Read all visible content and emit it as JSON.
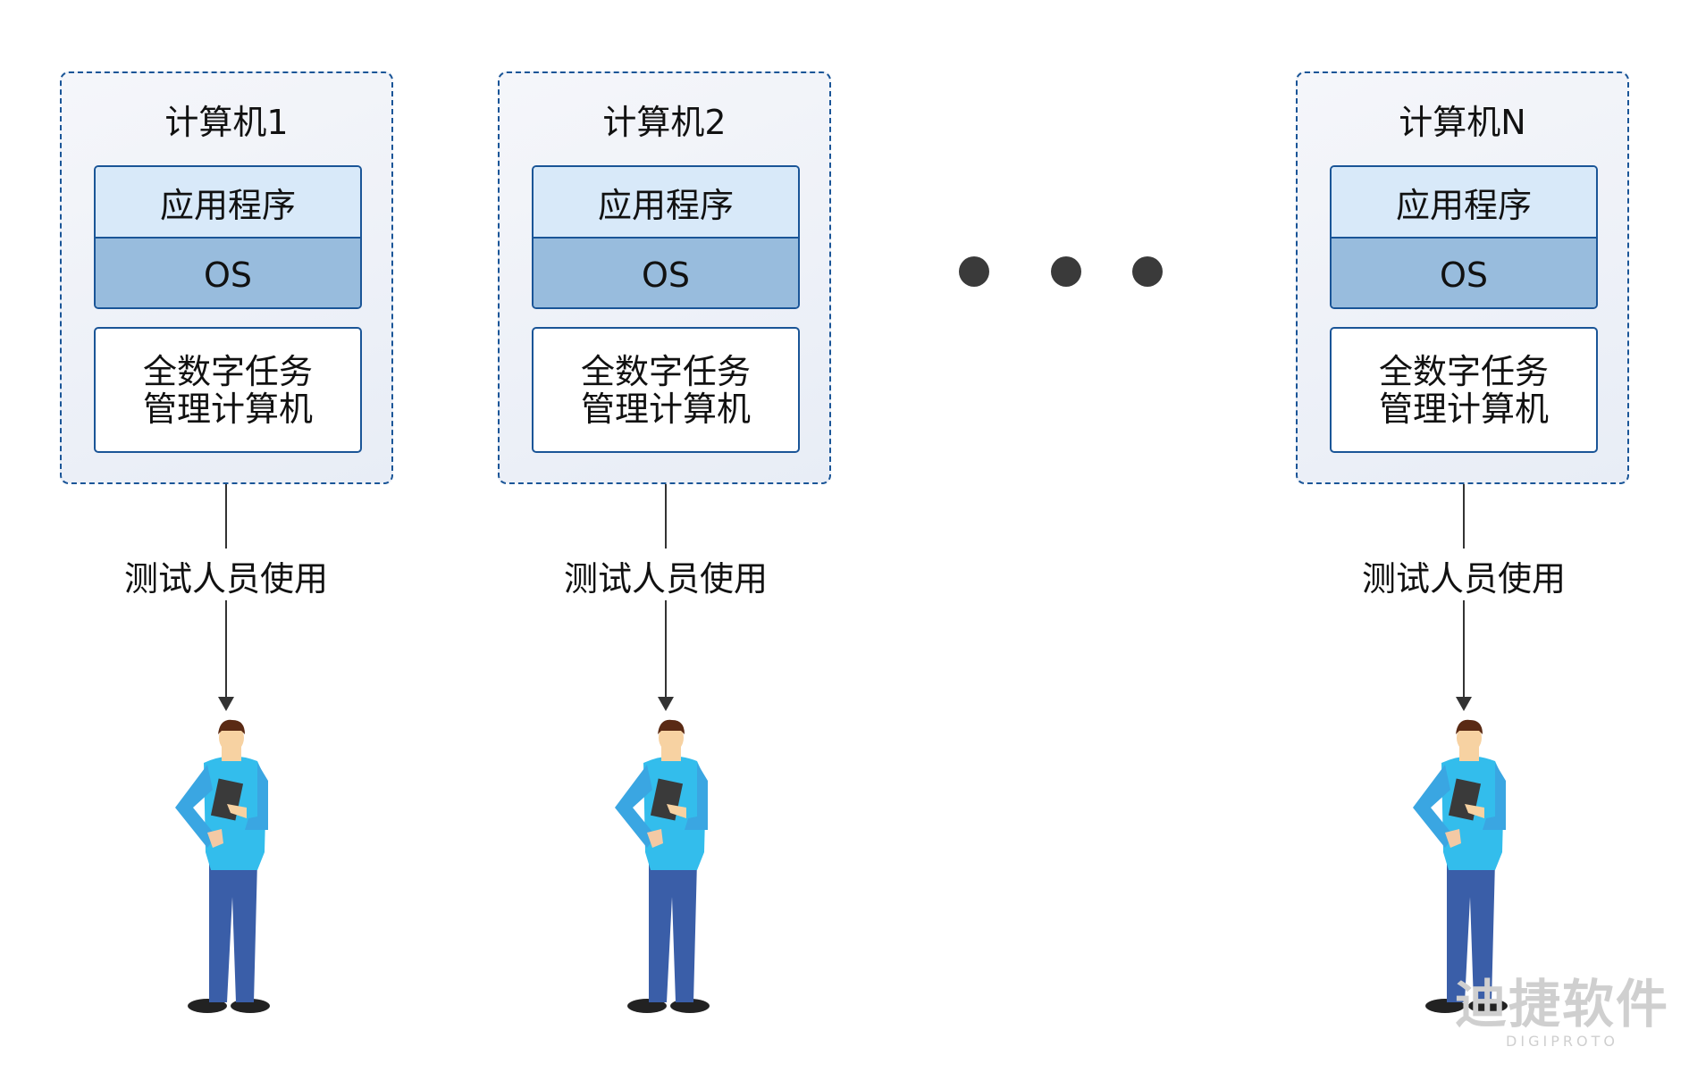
{
  "machines": [
    {
      "title": "计算机1",
      "app": "应用程序",
      "os": "OS",
      "manager_line1": "全数字任务",
      "manager_line2": "管理计算机",
      "user_label": "测试人员使用"
    },
    {
      "title": "计算机2",
      "app": "应用程序",
      "os": "OS",
      "manager_line1": "全数字任务",
      "manager_line2": "管理计算机",
      "user_label": "测试人员使用"
    },
    {
      "title": "计算机N",
      "app": "应用程序",
      "os": "OS",
      "manager_line1": "全数字任务",
      "manager_line2": "管理计算机",
      "user_label": "测试人员使用"
    }
  ],
  "watermark": {
    "cn": "迪捷软件",
    "en": "DIGIPROTO"
  },
  "colors": {
    "border": "#1a5597",
    "app_fill": "#d8e9f9",
    "os_fill": "#98bcdd",
    "shirt": "#33bdec",
    "pants": "#3a5ea8"
  }
}
